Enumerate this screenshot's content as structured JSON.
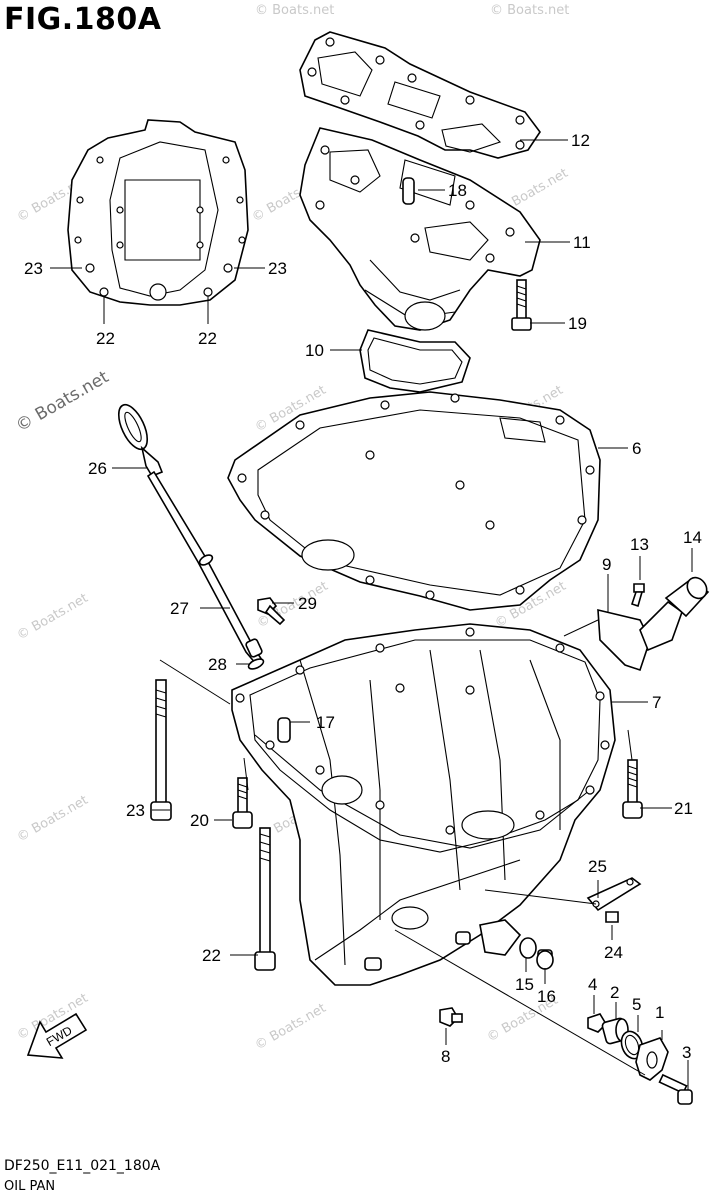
{
  "figure": {
    "title": "FIG.180A",
    "code": "DF250_E11_021_180A",
    "caption": "OIL PAN",
    "watermark": "© Boats.net",
    "fwd_label": "FWD"
  },
  "callouts": [
    {
      "id": "c1",
      "text": "1"
    },
    {
      "id": "c2",
      "text": "2"
    },
    {
      "id": "c3",
      "text": "3"
    },
    {
      "id": "c4",
      "text": "4"
    },
    {
      "id": "c5",
      "text": "5"
    },
    {
      "id": "c6",
      "text": "6"
    },
    {
      "id": "c7",
      "text": "7"
    },
    {
      "id": "c8",
      "text": "8"
    },
    {
      "id": "c9",
      "text": "9"
    },
    {
      "id": "c10",
      "text": "10"
    },
    {
      "id": "c11",
      "text": "11"
    },
    {
      "id": "c12",
      "text": "12"
    },
    {
      "id": "c13",
      "text": "13"
    },
    {
      "id": "c14",
      "text": "14"
    },
    {
      "id": "c15",
      "text": "15"
    },
    {
      "id": "c16",
      "text": "16"
    },
    {
      "id": "c17",
      "text": "17"
    },
    {
      "id": "c18",
      "text": "18"
    },
    {
      "id": "c19",
      "text": "19"
    },
    {
      "id": "c20",
      "text": "20"
    },
    {
      "id": "c21",
      "text": "21"
    },
    {
      "id": "c22a",
      "text": "22"
    },
    {
      "id": "c22b",
      "text": "22"
    },
    {
      "id": "c22c",
      "text": "22"
    },
    {
      "id": "c23a",
      "text": "23"
    },
    {
      "id": "c23b",
      "text": "23"
    },
    {
      "id": "c23c",
      "text": "23"
    },
    {
      "id": "c24",
      "text": "24"
    },
    {
      "id": "c25",
      "text": "25"
    },
    {
      "id": "c26",
      "text": "26"
    },
    {
      "id": "c27",
      "text": "27"
    },
    {
      "id": "c28",
      "text": "28"
    },
    {
      "id": "c29",
      "text": "29"
    }
  ]
}
